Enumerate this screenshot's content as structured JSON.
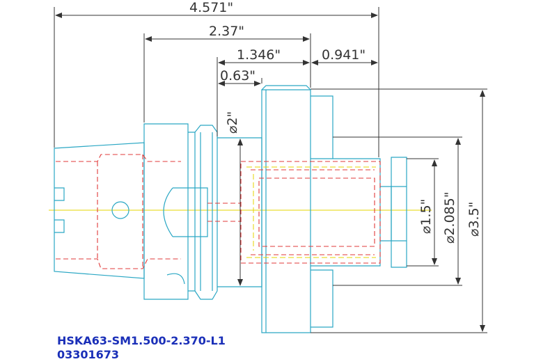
{
  "dimensions": {
    "overall_length": "4.571\"",
    "gauge_length": "2.37\"",
    "body_length": "1.346\"",
    "head_length": "0.941\"",
    "flange_offset": "0.63\"",
    "neck_diameter": "⌀2\"",
    "bore_diameter": "⌀1.5\"",
    "pilot_diameter": "⌀2.085\"",
    "head_diameter": "⌀3.5\""
  },
  "caption": {
    "part_number": "HSKA63-SM1.500-2.370-L1",
    "item_code": "03301673"
  },
  "colors": {
    "part_outline": "#2aa7c4",
    "hidden_lines": "#e03a3a",
    "center_line": "#e6d400",
    "dimensions": "#333333",
    "caption_text": "#1a2fb8"
  }
}
